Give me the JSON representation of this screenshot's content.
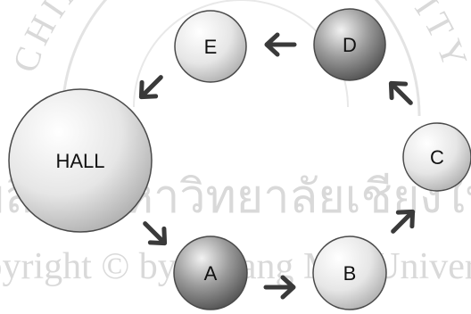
{
  "watermark": {
    "seal_text": "CHIANG MAI UNIVERSITY",
    "thai_text": "ลิขสิทธิ์มหาวิทยาลัยเชียงใหม่",
    "copyright_text": "Copyright © by Chiang Mai University"
  },
  "diagram": {
    "nodes": [
      {
        "id": "hall",
        "label": "HALL",
        "style": "light"
      },
      {
        "id": "a",
        "label": "A",
        "style": "dark"
      },
      {
        "id": "b",
        "label": "B",
        "style": "light"
      },
      {
        "id": "c",
        "label": "C",
        "style": "light"
      },
      {
        "id": "d",
        "label": "D",
        "style": "dark"
      },
      {
        "id": "e",
        "label": "E",
        "style": "light"
      }
    ],
    "edges": [
      {
        "from": "hall",
        "to": "a"
      },
      {
        "from": "a",
        "to": "b"
      },
      {
        "from": "b",
        "to": "c"
      },
      {
        "from": "c",
        "to": "d"
      },
      {
        "from": "d",
        "to": "e"
      },
      {
        "from": "e",
        "to": "hall"
      }
    ]
  },
  "colors": {
    "arrow": "#3a3a3a",
    "node_outline": "#4a4a4a",
    "watermark": "#d9d9d9"
  }
}
